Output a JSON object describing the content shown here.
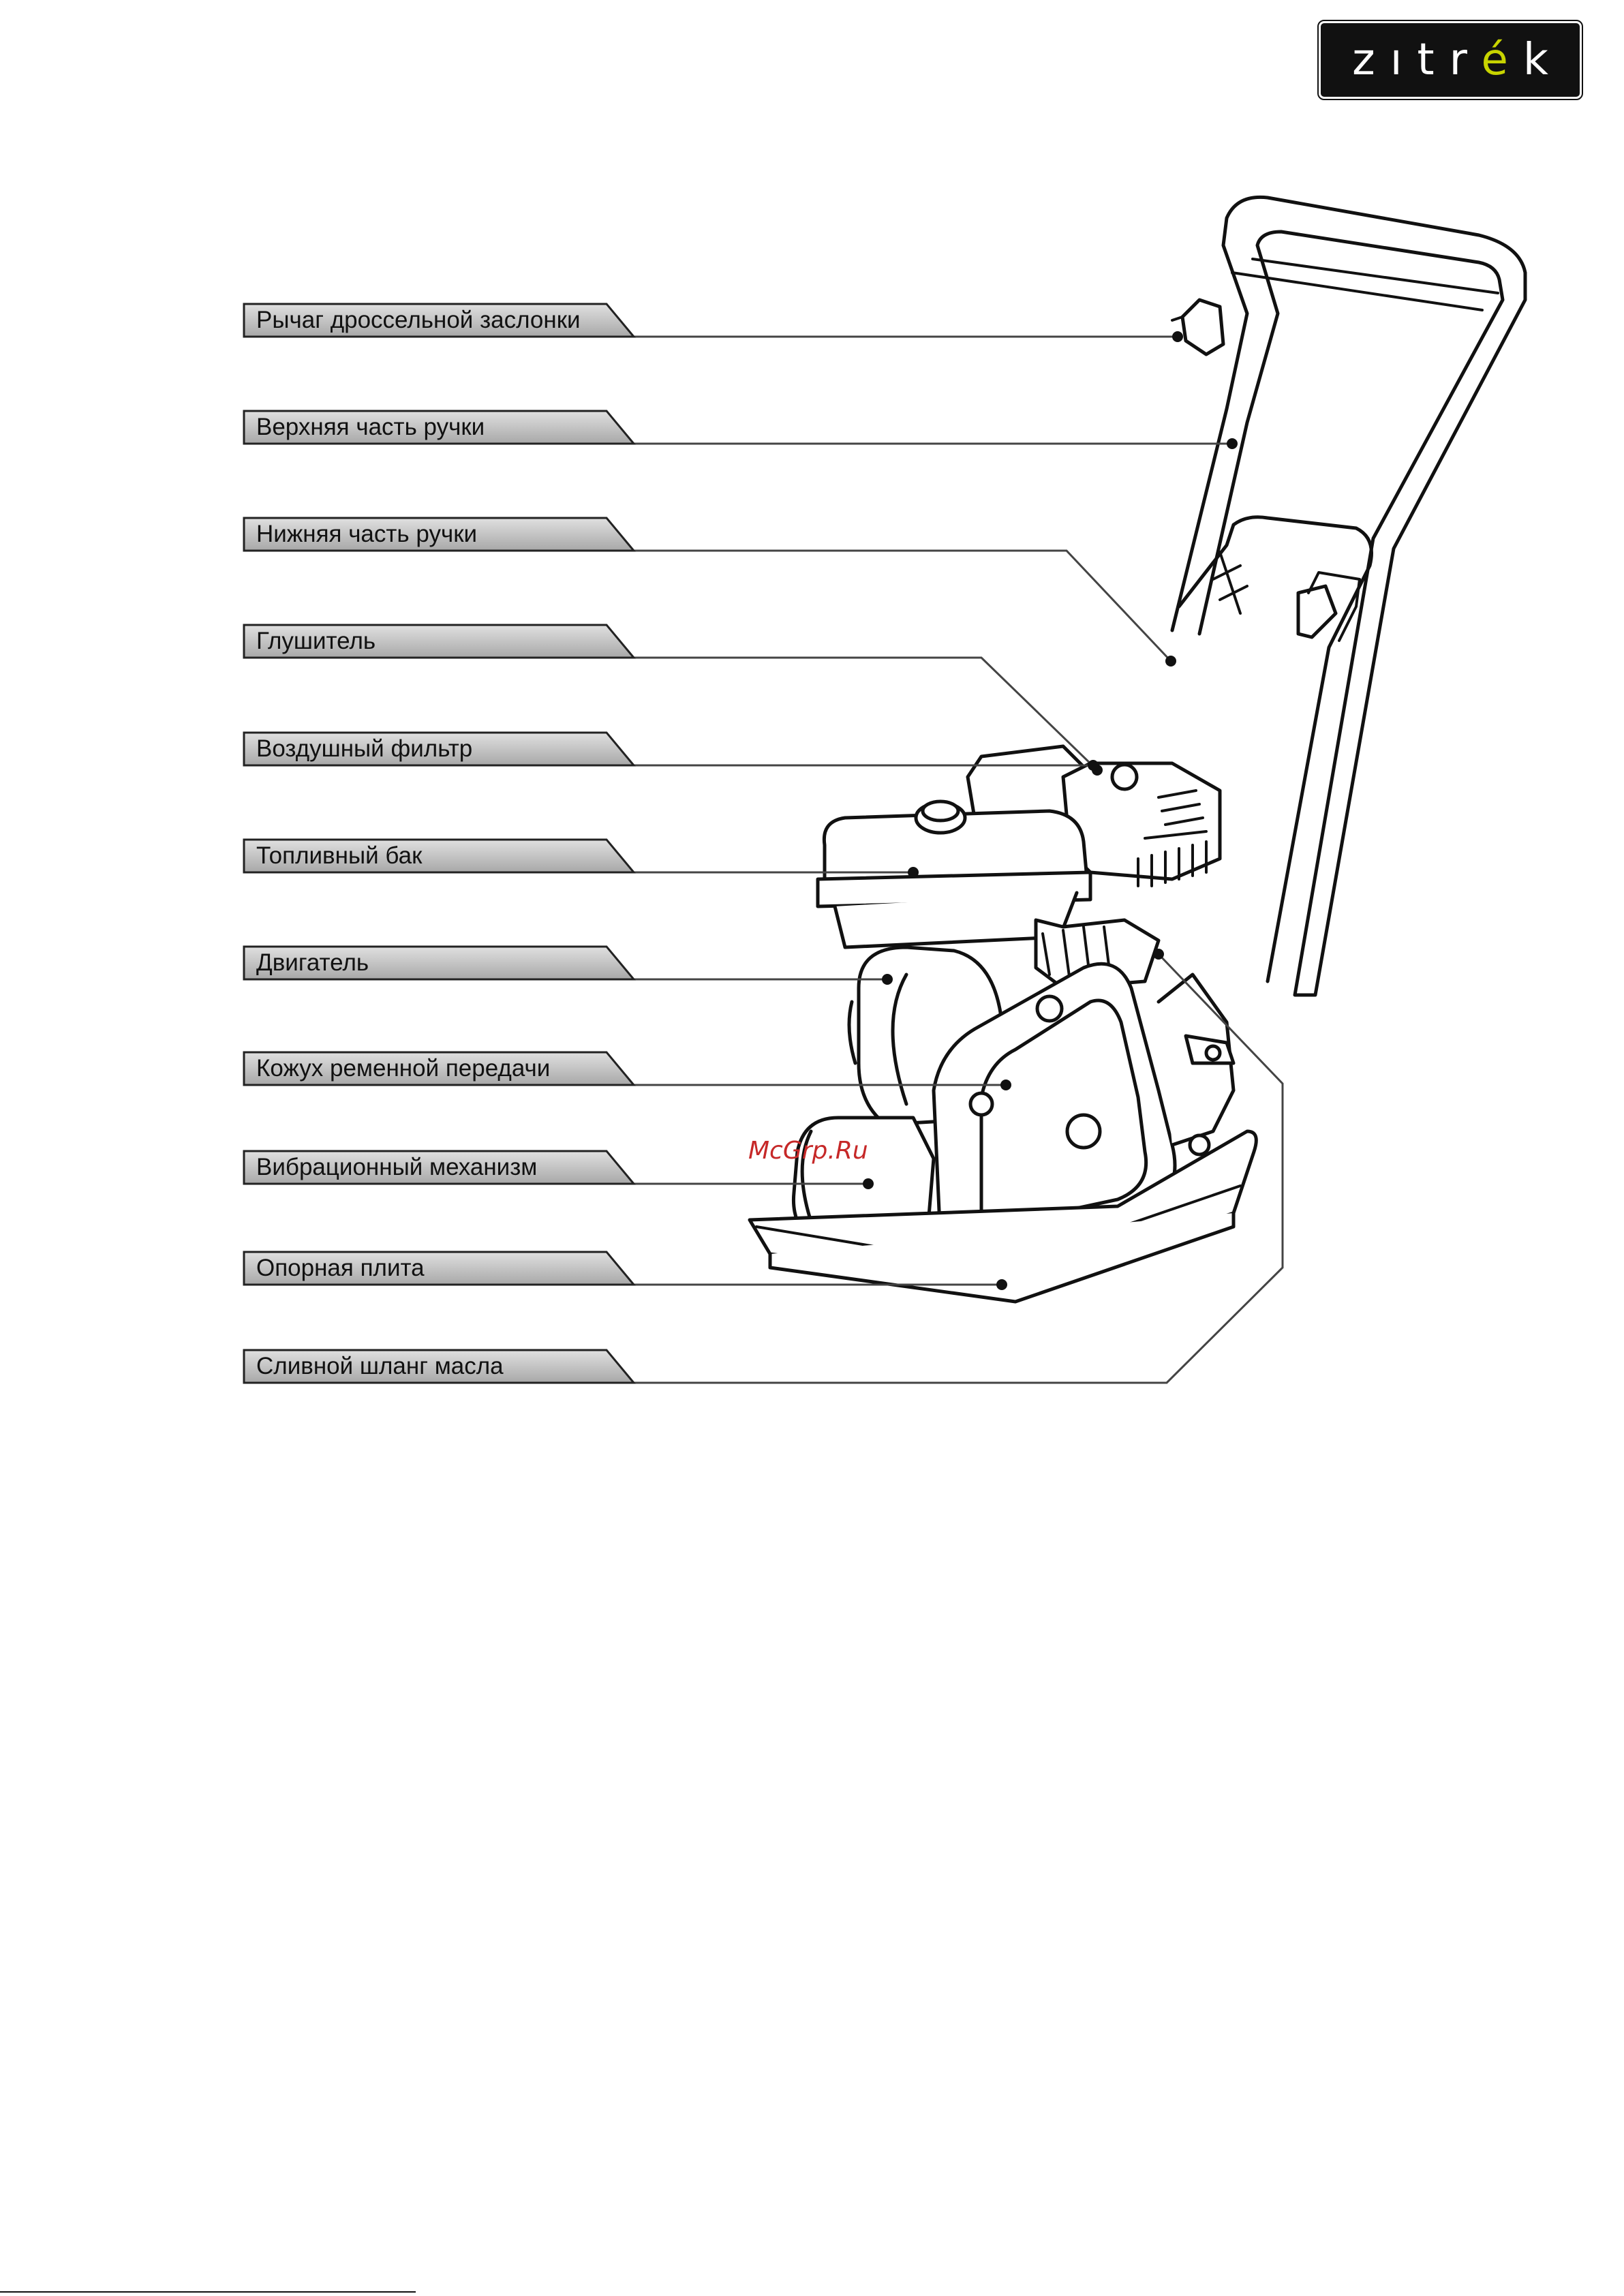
{
  "logo": {
    "before": "zıtr",
    "accent": "é",
    "after": "k",
    "accent_color": "#c8d400"
  },
  "callouts": [
    {
      "id": "throttle-lever",
      "label": "Рычаг дроссельной заслонки"
    },
    {
      "id": "upper-handle",
      "label": "Верхняя часть ручки"
    },
    {
      "id": "lower-handle",
      "label": "Нижняя часть ручки"
    },
    {
      "id": "muffler",
      "label": "Глушитель"
    },
    {
      "id": "air-filter",
      "label": "Воздушный фильтр"
    },
    {
      "id": "fuel-tank",
      "label": "Топливный бак"
    },
    {
      "id": "engine",
      "label": "Двигатель"
    },
    {
      "id": "belt-guard",
      "label": "Кожух ременной передачи"
    },
    {
      "id": "vibration-mechanism",
      "label": "Вибрационный механизм"
    },
    {
      "id": "base-plate",
      "label": "Опорная плита"
    },
    {
      "id": "oil-drain-hose",
      "label": "Сливной шланг масла"
    }
  ],
  "watermark": "McGrp.Ru"
}
